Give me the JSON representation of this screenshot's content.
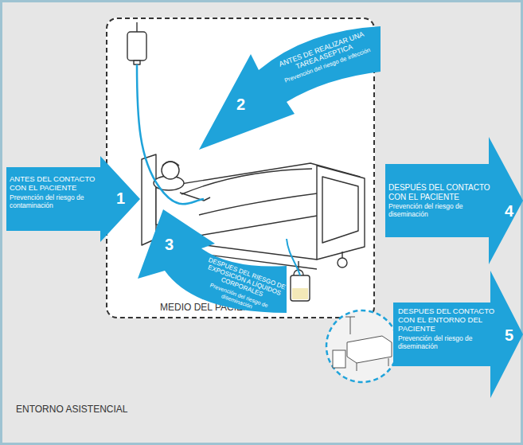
{
  "diagram": {
    "nodes": [
      {
        "text": [
          "ENTORNO ASISTENCIAL"
        ]
      },
      {
        "text": [
          "MEDIO DEL PACIENTE"
        ],
        "in": 0
      },
      {
        "text": [
          "1",
          "ANTES DEL CONTACTO CON EL PACIENTE",
          "Prevención del riesgo de contaminación"
        ],
        "in": 0
      },
      {
        "text": [
          "2",
          "ANTES DE REALIZAR UNA TAREA ASEPTICA",
          "Prevención del riesgo de infección"
        ],
        "in": 1
      },
      {
        "text": [
          "3",
          "DESPUES DEL RIESGO DE EXPOSICIÓN A LÍQUIDOS CORPORALES",
          "Prevención del riesgo de diseminación"
        ],
        "in": 1
      },
      {
        "text": [
          "4",
          "DESPUÉS DEL CONTACTO CON EL PACIENTE",
          "Prevención del riesgo de diseminación"
        ],
        "in": 0
      },
      {
        "text": [
          "5",
          "DESPUES DEL CONTACTO CON EL ENTORNO DEL PACIENTE",
          "Prevención del riesgo de diseminación"
        ],
        "in": 0
      }
    ]
  }
}
